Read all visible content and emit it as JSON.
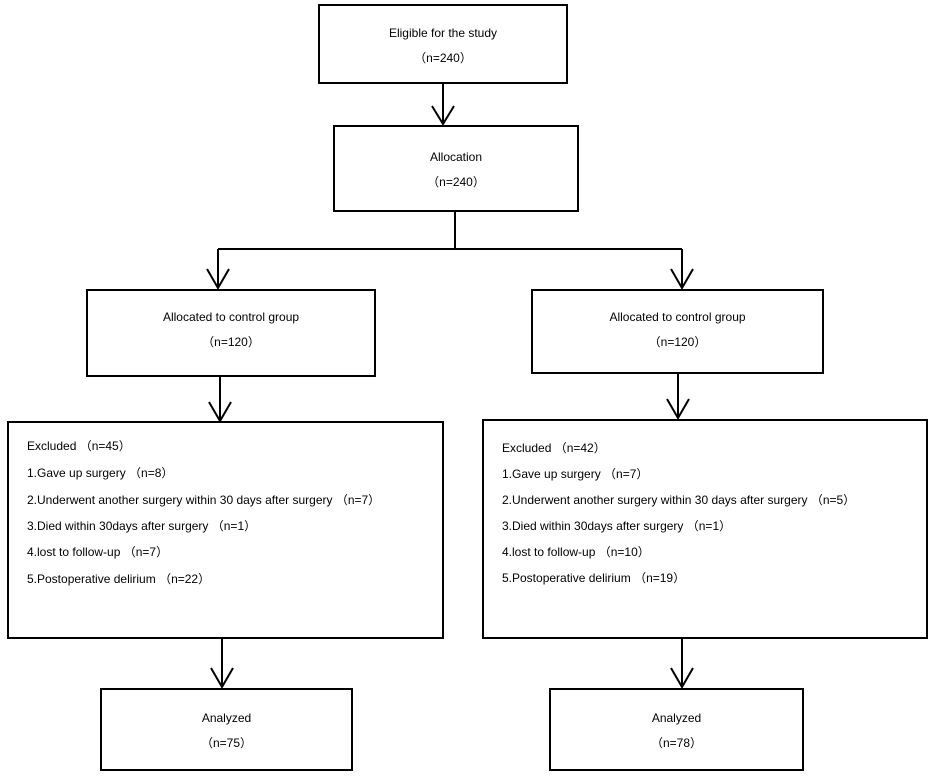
{
  "top": {
    "title": "Eligible for the study",
    "count": "（n=240）"
  },
  "allocation": {
    "title": "Allocation",
    "count": "（n=240）"
  },
  "left": {
    "allocated": {
      "title": "Allocated to control group",
      "count": "（n=120）"
    },
    "excluded": {
      "header": "Excluded （n=45）",
      "items": [
        "1.Gave up surgery （n=8）",
        "2.Underwent another surgery within 30 days after surgery （n=7）",
        "3.Died within 30days after surgery （n=1）",
        "4.lost to follow-up （n=7）",
        "5.Postoperative delirium （n=22）"
      ]
    },
    "analyzed": {
      "title": "Analyzed",
      "count": "（n=75）"
    }
  },
  "right": {
    "allocated": {
      "title": "Allocated to control group",
      "count": "（n=120）"
    },
    "excluded": {
      "header": "Excluded （n=42）",
      "items": [
        "1.Gave up surgery （n=7）",
        "2.Underwent another surgery within 30 days after surgery （n=5）",
        "3.Died within 30days after surgery （n=1）",
        "4.lost to follow-up （n=10）",
        "5.Postoperative delirium （n=19）"
      ]
    },
    "analyzed": {
      "title": "Analyzed",
      "count": "（n=78）"
    }
  }
}
